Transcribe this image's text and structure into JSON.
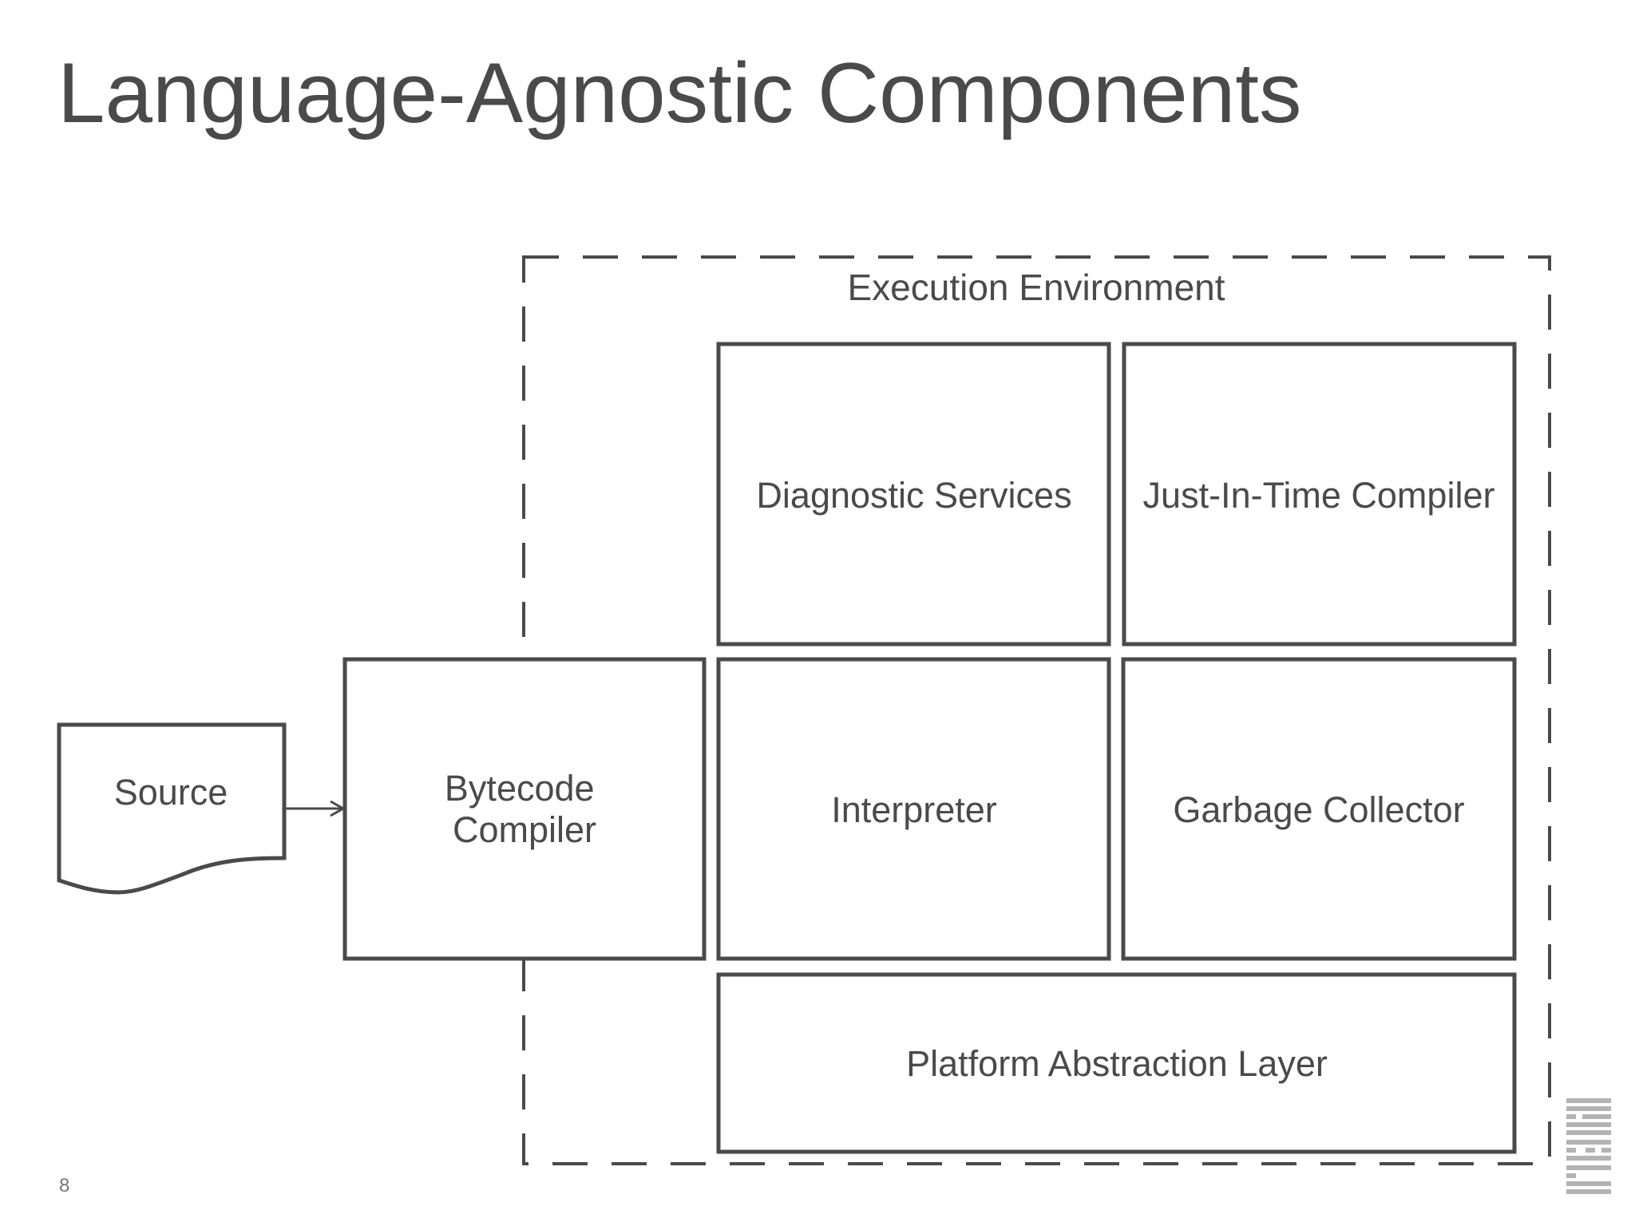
{
  "title": "Language-Agnostic Components",
  "environment": {
    "label": "Execution Environment"
  },
  "source": {
    "label": "Source"
  },
  "bytecode_compiler": {
    "line1": "Bytecode",
    "line2": "Compiler"
  },
  "components": {
    "diagnostic_services": "Diagnostic Services",
    "jit_compiler": "Just-In-Time Compiler",
    "interpreter": "Interpreter",
    "garbage_collector": "Garbage Collector",
    "platform_abstraction_layer": "Platform Abstraction Layer"
  },
  "footer": {
    "slide_number": "8",
    "logo": "IBM"
  },
  "colors": {
    "stroke": "#4a4a4a",
    "text": "#4a4a4a",
    "background": "#ffffff"
  }
}
